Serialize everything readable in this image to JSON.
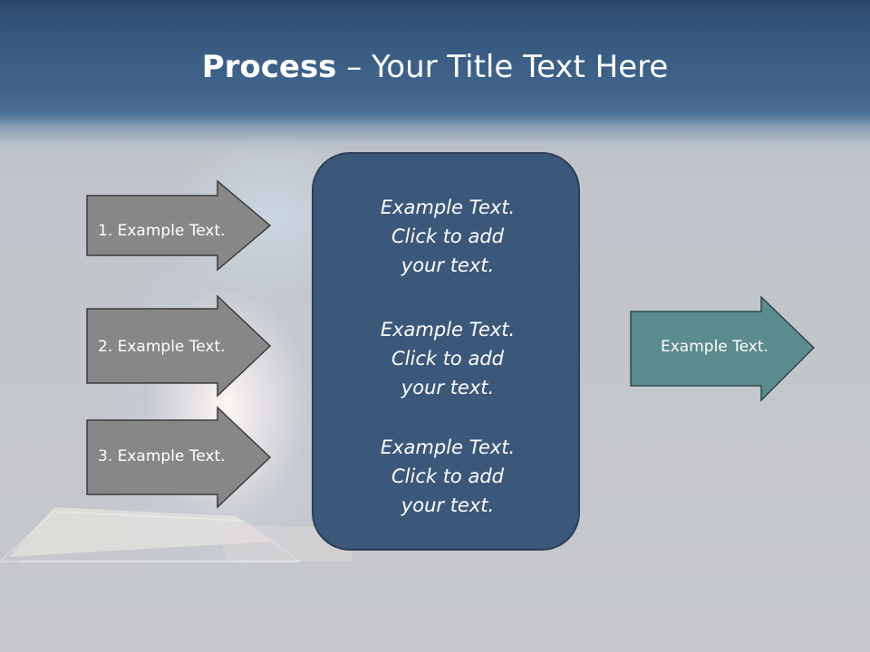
{
  "slide": {
    "title_bold": "Process",
    "title_rest": " – Your Title Text Here"
  },
  "steps": [
    {
      "label": "1. Example Text."
    },
    {
      "label": "2. Example Text."
    },
    {
      "label": "3. Example Text."
    }
  ],
  "center_box": {
    "blocks": [
      {
        "line1": "Example Text.",
        "line2": "Click  to add",
        "line3": "your text."
      },
      {
        "line1": "Example Text.",
        "line2": "Click  to add",
        "line3": "your text."
      },
      {
        "line1": "Example Text.",
        "line2": "Click  to add",
        "line3": "your text."
      }
    ]
  },
  "output_arrow": {
    "label": "Example Text."
  },
  "colors": {
    "header": "#41658c",
    "step_arrow_fill": "#878787",
    "center_box_fill": "#3b587b",
    "output_arrow_fill": "#5b8b8c"
  }
}
